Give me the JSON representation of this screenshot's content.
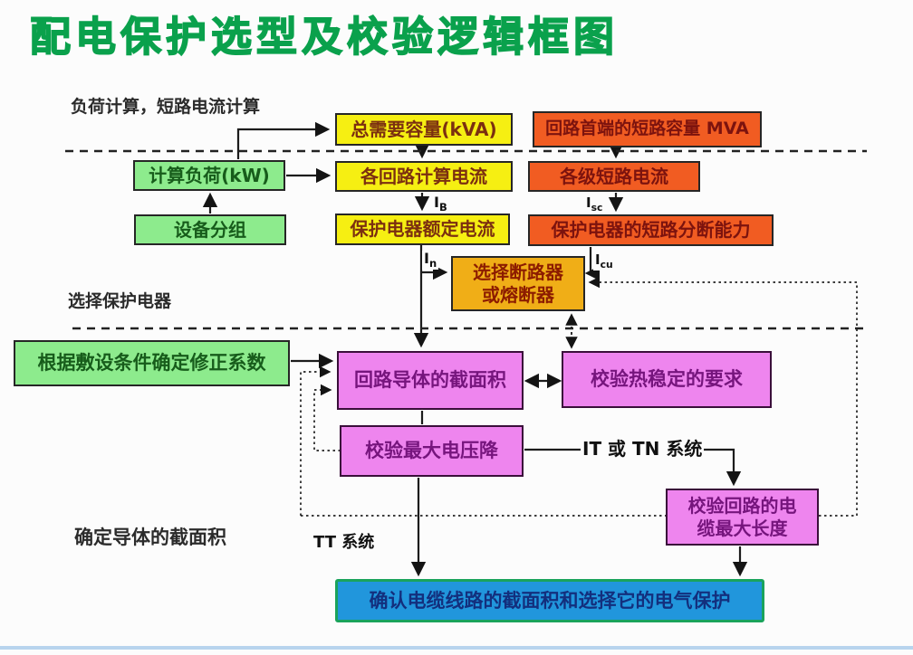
{
  "title": "配电保护选型及校验逻辑框图",
  "section_labels": {
    "load_calc": "负荷计算，短路电流计算",
    "select_device": "选择保护电器",
    "determine_conductor": "确定导体的截面积"
  },
  "nodes": {
    "total_capacity": "总需要容量(kVA)",
    "head_short_circuit": "回路首端的短路容量 MVA",
    "calc_load": "计算负荷(kW)",
    "circuit_calc_current": "各回路计算电流",
    "level_short_circuit": "各级短路电流",
    "equipment_grouping": "设备分组",
    "rated_current": "保护电器额定电流",
    "breaking_capacity": "保护电器的短路分断能力",
    "select_breaker": "选择断路器\n或熔断器",
    "correction_factor": "根据敷设条件确定修正系数",
    "conductor_cross_section": "回路导体的截面积",
    "thermal_stability": "校验热稳定的要求",
    "max_voltage_drop": "校验最大电压降",
    "cable_max_length": "校验回路的电\n缆最大长度",
    "confirm_cable": "确认电缆线路的截面积和选择它的电气保护"
  },
  "edge_labels": {
    "ib": {
      "base": "I",
      "sub": "B"
    },
    "in": {
      "base": "I",
      "sub": "n"
    },
    "isc": {
      "base": "I",
      "sub": "sc"
    },
    "icu": {
      "base": "I",
      "sub": "cu"
    },
    "it_tn": "IT 或 TN 系统",
    "tt": "TT 系统"
  },
  "colors": {
    "title_green": "#0aa14c",
    "yellow_box": "#f6ef12",
    "orange_box": "#f15c22",
    "green_box": "#8deb8d",
    "amber_box": "#f0ae17",
    "pink_box": "#ee85ee",
    "blue_box": "#2196dc",
    "blue_box_border": "#1aa35c",
    "bottom_bar": "#b8d4ee"
  }
}
